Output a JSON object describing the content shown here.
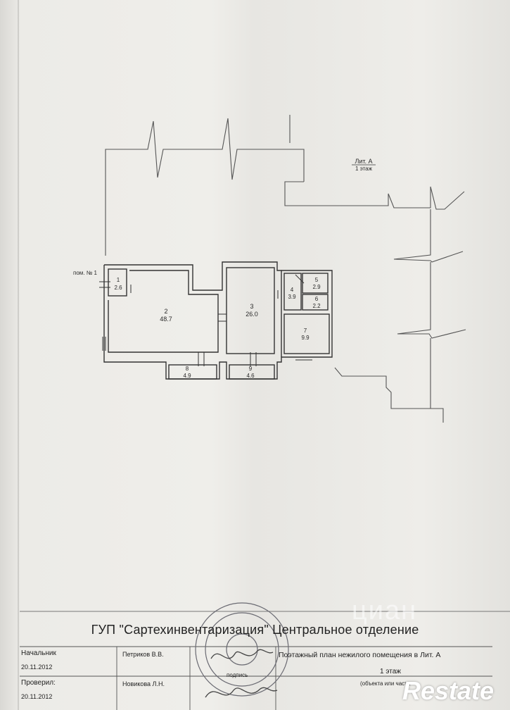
{
  "plan": {
    "liter_label": "Лит. А",
    "floor_label": "1 этаж",
    "room_group_label": "пом. № 1",
    "rooms": [
      {
        "id": "1",
        "area": "2.6"
      },
      {
        "id": "2",
        "area": "48.7"
      },
      {
        "id": "3",
        "area": "26.0"
      },
      {
        "id": "4",
        "area": "3.9"
      },
      {
        "id": "5",
        "area": "2.9"
      },
      {
        "id": "6",
        "area": "2.2"
      },
      {
        "id": "7",
        "area": "9.9"
      },
      {
        "id": "8",
        "area": "4.9"
      },
      {
        "id": "9",
        "area": "4.6"
      }
    ]
  },
  "stamp": {
    "organization": "ГУП \"Сартехинвентаризация\" Центральное отделение",
    "row1_role": "Начальник",
    "row1_date": "20.11.2012",
    "row1_person": "Петриков В.В.",
    "row2_role": "Проверил:",
    "row2_date": "20.11.2012",
    "row2_person": "Новикова Л.Н.",
    "signature_caption": "подпись",
    "description": "Поэтажный план нежилого помещения в Лит. А",
    "floor": "1 этаж",
    "note": "(объекта или части"
  },
  "watermarks": {
    "cian": "циан",
    "restate": "Restate"
  }
}
